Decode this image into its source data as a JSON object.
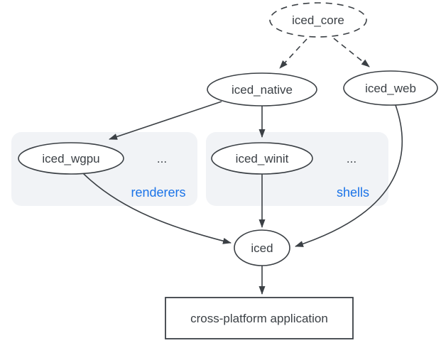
{
  "diagram": {
    "colors": {
      "stroke": "#3b4045",
      "text": "#3b4045",
      "accent_blue": "#1a73e8",
      "group_fill": "#f1f3f6",
      "background": "#ffffff"
    },
    "nodes": {
      "iced_core": {
        "label": "iced_core",
        "shape": "ellipse",
        "border": "dashed"
      },
      "iced_native": {
        "label": "iced_native",
        "shape": "ellipse",
        "border": "solid"
      },
      "iced_web": {
        "label": "iced_web",
        "shape": "ellipse",
        "border": "solid"
      },
      "iced_wgpu": {
        "label": "iced_wgpu",
        "shape": "ellipse",
        "border": "solid"
      },
      "iced_winit": {
        "label": "iced_winit",
        "shape": "ellipse",
        "border": "solid"
      },
      "iced": {
        "label": "iced",
        "shape": "ellipse",
        "border": "solid"
      },
      "app": {
        "label": "cross-platform application",
        "shape": "rectangle",
        "border": "solid"
      }
    },
    "groups": {
      "renderers": {
        "label": "renderers",
        "ellipsis": "...",
        "contains": [
          "iced_wgpu"
        ]
      },
      "shells": {
        "label": "shells",
        "ellipsis": "...",
        "contains": [
          "iced_winit"
        ]
      }
    },
    "edges": [
      {
        "from": "iced_core",
        "to": "iced_native",
        "style": "dashed"
      },
      {
        "from": "iced_core",
        "to": "iced_web",
        "style": "dashed"
      },
      {
        "from": "iced_native",
        "to": "iced_wgpu",
        "style": "solid"
      },
      {
        "from": "iced_native",
        "to": "iced_winit",
        "style": "solid"
      },
      {
        "from": "iced_winit",
        "to": "iced",
        "style": "solid"
      },
      {
        "from": "iced_wgpu",
        "to": "iced",
        "style": "solid"
      },
      {
        "from": "iced_web",
        "to": "iced",
        "style": "solid"
      },
      {
        "from": "iced",
        "to": "app",
        "style": "solid"
      }
    ]
  }
}
